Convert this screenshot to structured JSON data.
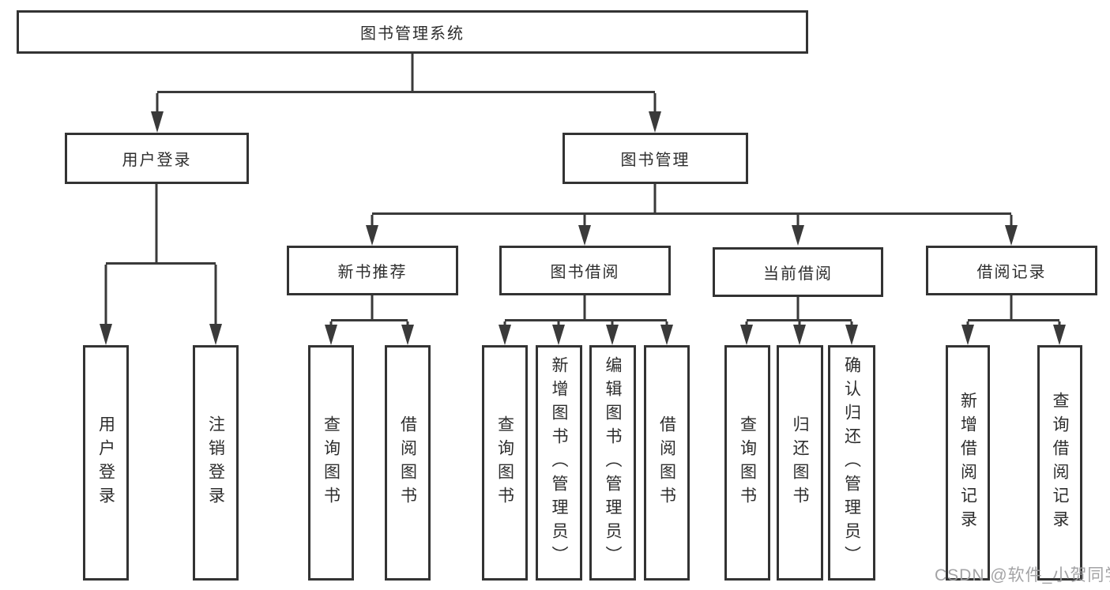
{
  "diagram_title": "图书管理系统",
  "colors": {
    "line": "#3a3a3a",
    "box_border": "#333333",
    "box_fill": "#ffffff",
    "text": "#2d2d2d",
    "watermark": "#9e9ea0"
  },
  "nodes": {
    "root": "图书管理系统",
    "user_login": "用户登录",
    "book_management": "图书管理",
    "new_book_recommend": "新书推荐",
    "book_borrowing": "图书借阅",
    "current_borrowing": "当前借阅",
    "borrowing_records": "借阅记录",
    "ul_user_login": "用户登录",
    "ul_logout": "注销登录",
    "nbr_query_books": "查询图书",
    "nbr_borrow_books": "借阅图书",
    "bb_query_books": "查询图书",
    "bb_add_books": "新增图书（管理员）",
    "bb_edit_books": "编辑图书（管理员）",
    "bb_borrow_books": "借阅图书",
    "cb_query_books": "查询图书",
    "cb_return_books": "归还图书",
    "cb_confirm_return": "确认归还（管理员）",
    "br_add_record": "新增借阅记录",
    "br_query_record": "查询借阅记录"
  },
  "edges": [
    {
      "from": "图书管理系统",
      "to": "用户登录"
    },
    {
      "from": "图书管理系统",
      "to": "图书管理"
    },
    {
      "from": "用户登录",
      "to": "用户登录"
    },
    {
      "from": "用户登录",
      "to": "注销登录"
    },
    {
      "from": "图书管理",
      "to": "新书推荐"
    },
    {
      "from": "图书管理",
      "to": "图书借阅"
    },
    {
      "from": "图书管理",
      "to": "当前借阅"
    },
    {
      "from": "图书管理",
      "to": "借阅记录"
    },
    {
      "from": "新书推荐",
      "to": "查询图书"
    },
    {
      "from": "新书推荐",
      "to": "借阅图书"
    },
    {
      "from": "图书借阅",
      "to": "查询图书"
    },
    {
      "from": "图书借阅",
      "to": "新增图书（管理员）"
    },
    {
      "from": "图书借阅",
      "to": "编辑图书（管理员）"
    },
    {
      "from": "图书借阅",
      "to": "借阅图书"
    },
    {
      "from": "当前借阅",
      "to": "查询图书"
    },
    {
      "from": "当前借阅",
      "to": "归还图书"
    },
    {
      "from": "当前借阅",
      "to": "确认归还（管理员）"
    },
    {
      "from": "借阅记录",
      "to": "新增借阅记录"
    },
    {
      "from": "借阅记录",
      "to": "查询借阅记录"
    }
  ],
  "watermark": "CSDN @软件_小贺同学"
}
